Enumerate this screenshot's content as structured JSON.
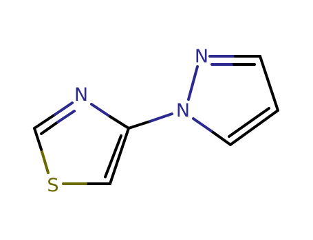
{
  "molecule": {
    "atoms": [
      {
        "id": "N_thiazole",
        "symbol": "N",
        "color": "#2d2a8f"
      },
      {
        "id": "S_thiazole",
        "symbol": "S",
        "color": "#6b6b00"
      },
      {
        "id": "N1_pyrazole",
        "symbol": "N",
        "color": "#2d2a8f"
      },
      {
        "id": "N2_pyrazole",
        "symbol": "N",
        "color": "#2d2a8f"
      }
    ],
    "colors": {
      "carbon_bond": "#000000",
      "nitrogen": "#2d2a8f",
      "sulfur": "#6b6b00",
      "background": "#ffffff"
    }
  }
}
